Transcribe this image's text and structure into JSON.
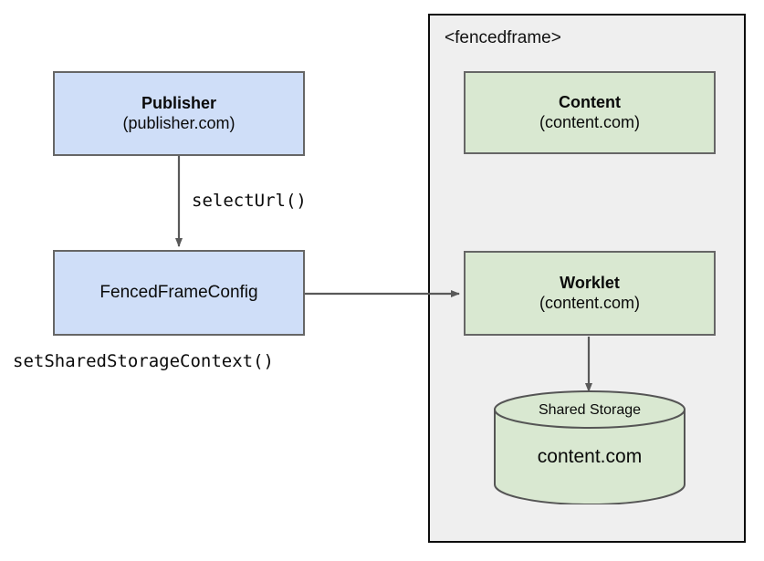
{
  "diagram": {
    "type": "architecture-flow-diagram",
    "background": "#ffffff",
    "colors": {
      "blue_fill": "#cfdef8",
      "green_fill": "#d9e8d1",
      "node_border": "#666666",
      "panel_fill": "#efefef",
      "panel_border": "#0d0d0d",
      "edge": "#595959",
      "text": "#0a0a0a"
    },
    "nodes": {
      "publisher": {
        "title": "Publisher",
        "subtitle": "(publisher.com)"
      },
      "fenced_frame_config": {
        "title": "FencedFrameConfig"
      },
      "content": {
        "title": "Content",
        "subtitle": "(content.com)"
      },
      "worklet": {
        "title": "Worklet",
        "subtitle": "(content.com)"
      },
      "shared_storage": {
        "title": "Shared Storage",
        "subtitle": "content.com"
      }
    },
    "panel": {
      "label": "<fencedframe>"
    },
    "edges": [
      {
        "from": "publisher",
        "to": "fenced_frame_config",
        "label": "selectUrl()",
        "direction": "down"
      },
      {
        "from": "fenced_frame_config",
        "to": "worklet",
        "label": "",
        "direction": "right"
      },
      {
        "from": "worklet",
        "to": "shared_storage",
        "label": "",
        "direction": "down"
      }
    ],
    "annotations": [
      {
        "text": "setSharedStorageContext()",
        "attached_to": "fenced_frame_config"
      }
    ]
  }
}
